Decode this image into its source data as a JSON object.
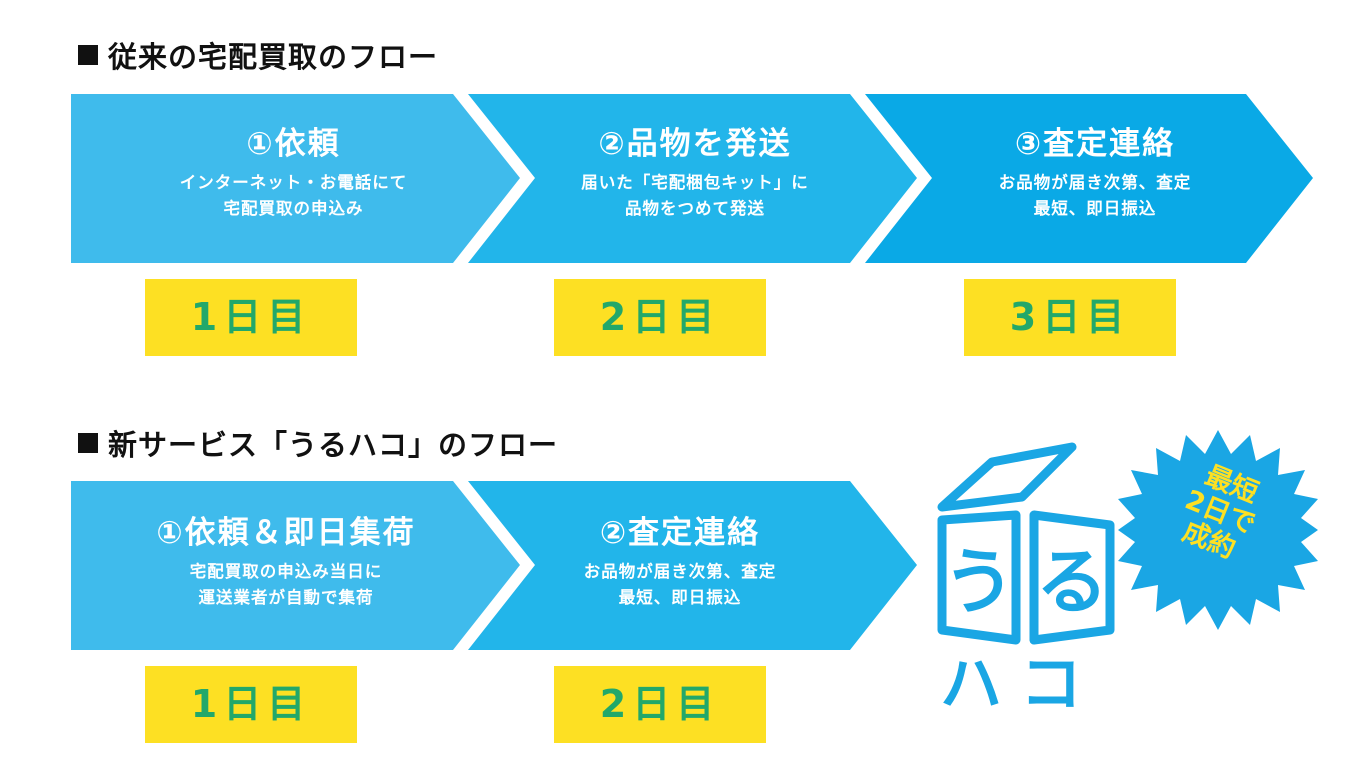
{
  "colors": {
    "arrow_1": "#3fbbec",
    "arrow_2": "#22b5ea",
    "arrow_3": "#0aa9e6",
    "day_badge_bg": "#fde023",
    "day_badge_text": "#22a86a",
    "logo_blue": "#1aa6e4",
    "burst_text": "#fde023"
  },
  "traditional_flow": {
    "title": "従来の宅配買取のフロー",
    "steps": [
      {
        "title": "①依頼",
        "desc_line1": "インターネット・お電話にて",
        "desc_line2": "宅配買取の申込み",
        "day": "1日目"
      },
      {
        "title": "②品物を発送",
        "desc_line1": "届いた「宅配梱包キット」に",
        "desc_line2": "品物をつめて発送",
        "day": "2日目"
      },
      {
        "title": "③査定連絡",
        "desc_line1": "お品物が届き次第、査定",
        "desc_line2": "最短、即日振込",
        "day": "3日目"
      }
    ]
  },
  "new_flow": {
    "title": "新サービス「うるハコ」のフロー",
    "steps": [
      {
        "title": "①依頼＆即日集荷",
        "desc_line1": "宅配買取の申込み当日に",
        "desc_line2": "運送業者が自動で集荷",
        "day": "1日目"
      },
      {
        "title": "②査定連絡",
        "desc_line1": "お品物が届き次第、査定",
        "desc_line2": "最短、即日振込",
        "day": "2日目"
      }
    ]
  },
  "logo": {
    "panel_left_char": "う",
    "panel_right_char": "る",
    "bottom_text": "ハコ"
  },
  "burst": {
    "line1": "最短",
    "line2": "2日で",
    "line3": "成約"
  }
}
